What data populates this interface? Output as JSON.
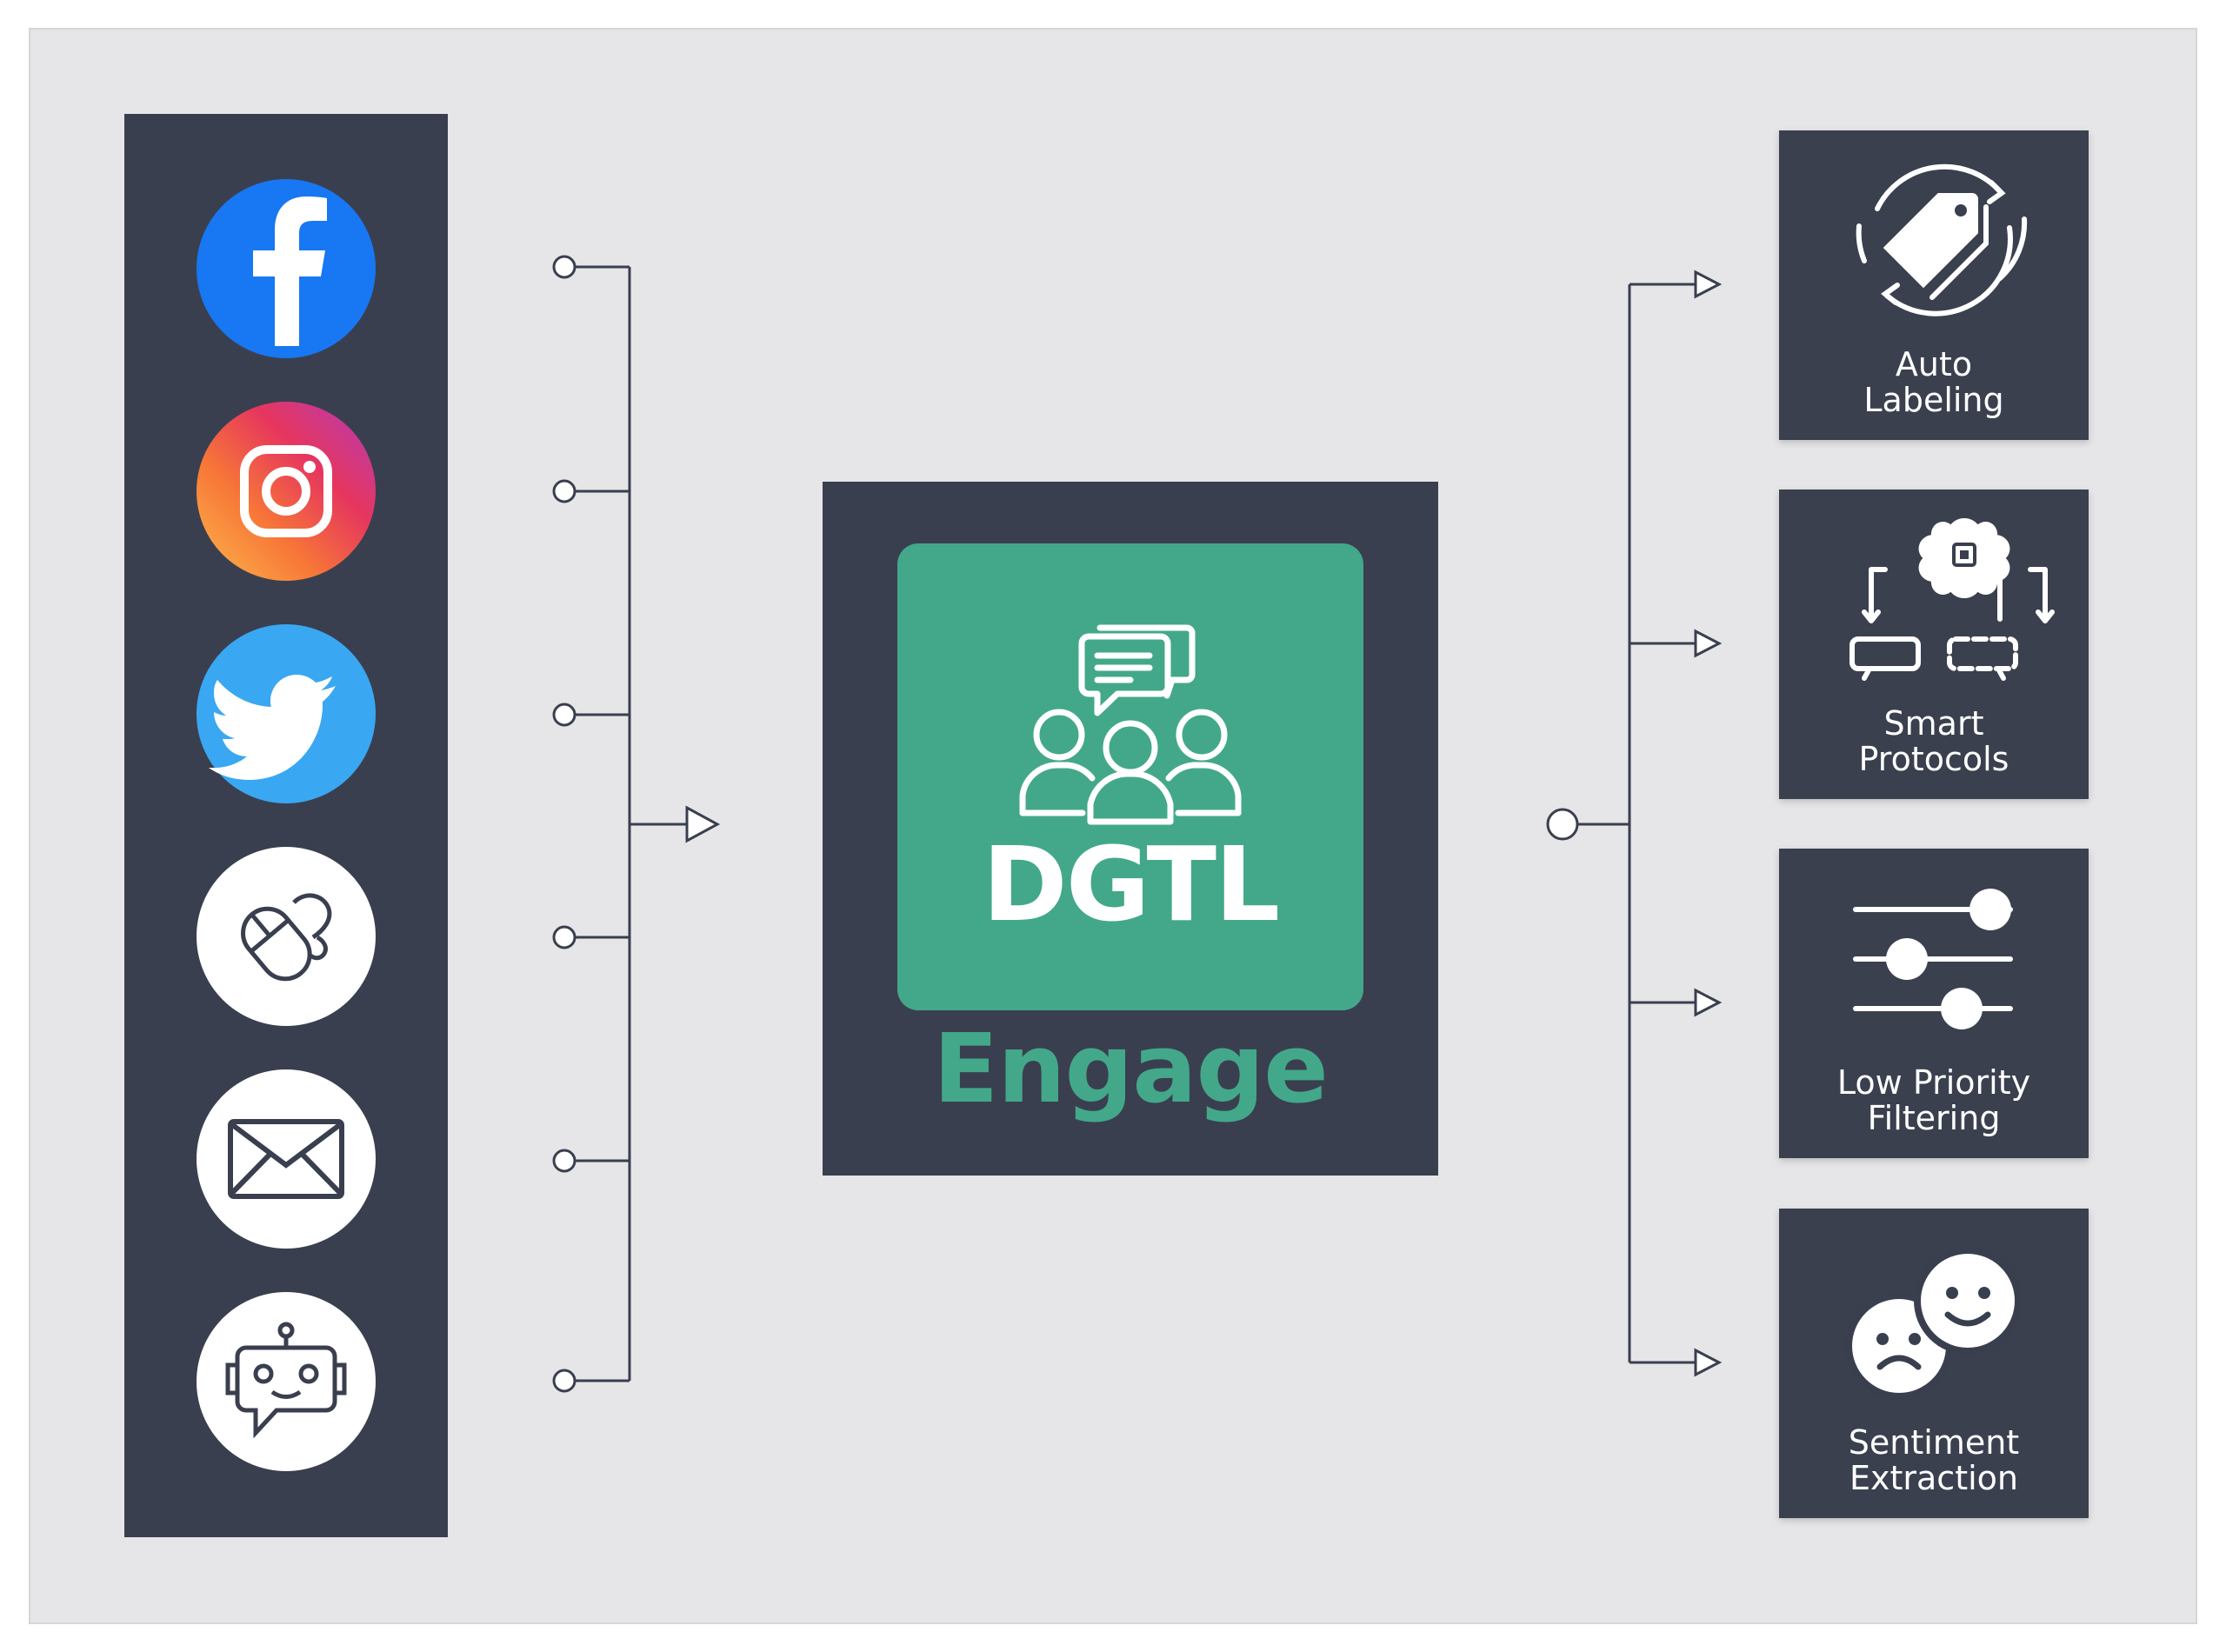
{
  "colors": {
    "background": "#e6e6e8",
    "panel": "#3a3f4f",
    "accent_green": "#43a889",
    "line": "#3a3f4f",
    "white": "#ffffff"
  },
  "sources": [
    {
      "icon": "facebook-icon"
    },
    {
      "icon": "instagram-icon"
    },
    {
      "icon": "twitter-icon"
    },
    {
      "icon": "web-chat-icon"
    },
    {
      "icon": "email-icon"
    },
    {
      "icon": "chatbot-icon"
    }
  ],
  "center": {
    "brand": "DGTL",
    "product": "Engage",
    "icon": "team-chat-icon"
  },
  "features": [
    {
      "line1": "Auto",
      "line2": "Labeling",
      "icon": "auto-label-icon"
    },
    {
      "line1": "Smart",
      "line2": "Protocols",
      "icon": "smart-protocol-icon"
    },
    {
      "line1": "Low Priority",
      "line2": "Filtering",
      "icon": "filter-sliders-icon"
    },
    {
      "line1": "Sentiment",
      "line2": "Extraction",
      "icon": "sentiment-icon"
    }
  ]
}
